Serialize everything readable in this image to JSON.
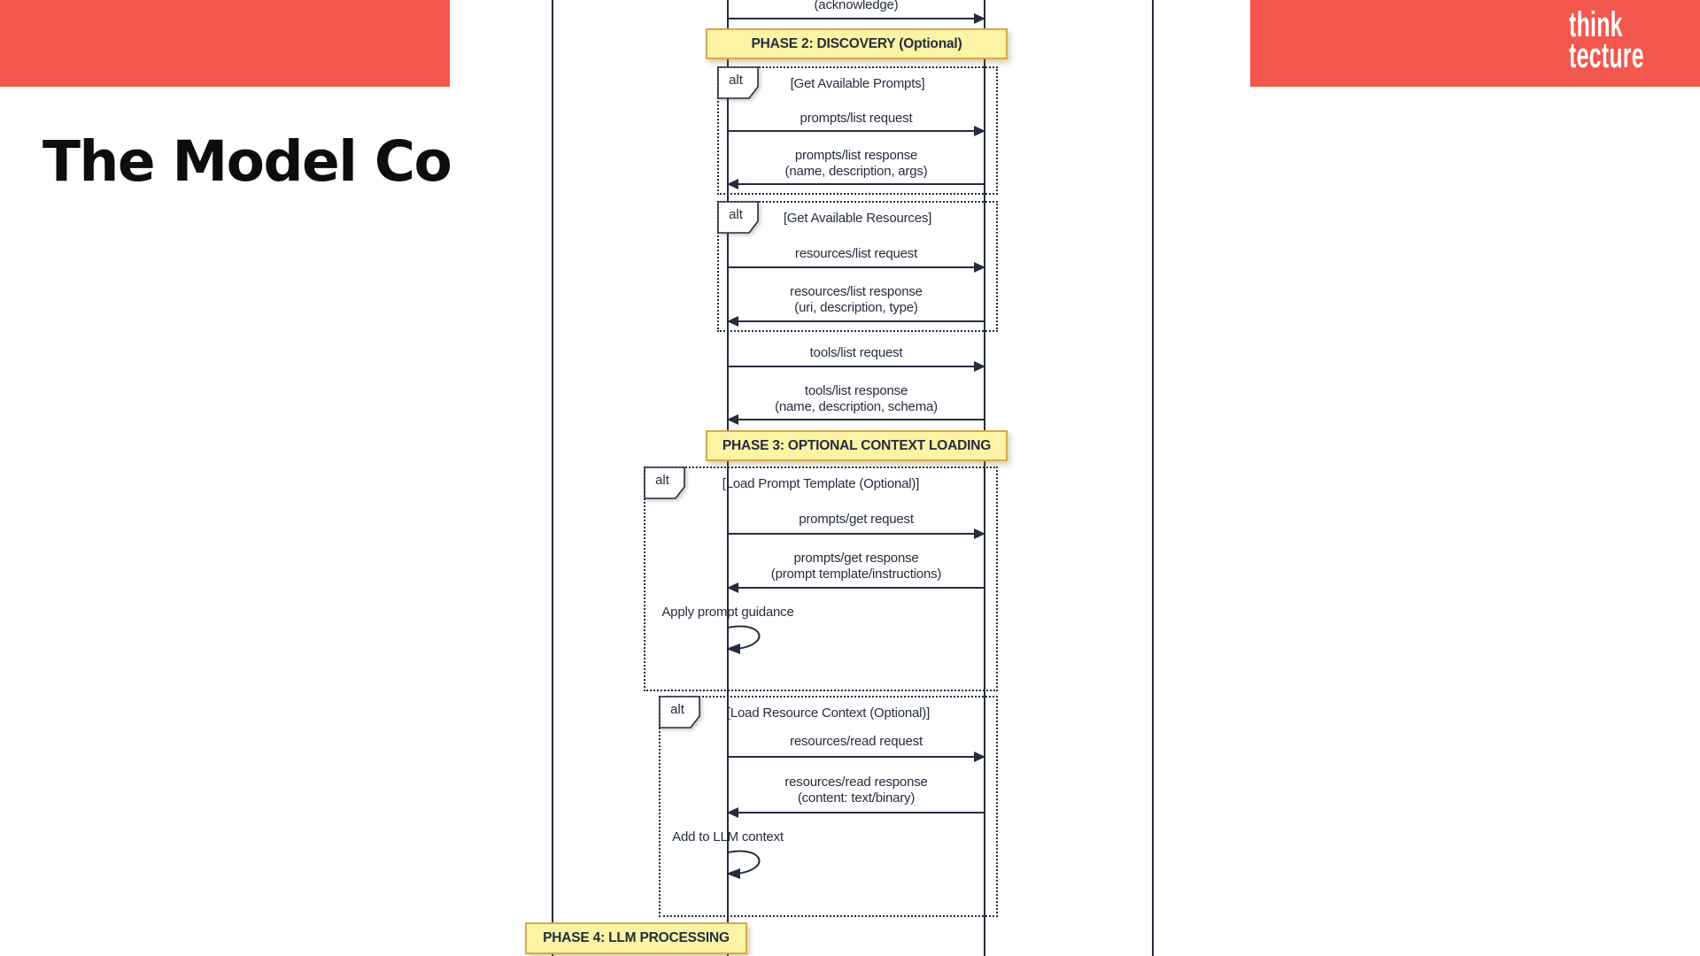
{
  "slide": {
    "title": "The Model Cont",
    "logo": {
      "line1": "think",
      "line2": "tecture"
    },
    "colors": {
      "accent_red": "#F4574D",
      "note_fill": "#FCF4A4",
      "note_border": "#D9A94C",
      "ink": "#242D3E"
    }
  },
  "diagram": {
    "alt_keyword": "alt",
    "messages": {
      "acknowledge": "(acknowledge)",
      "tools_request": "tools/list request",
      "tools_response_1": "tools/list response",
      "tools_response_2": "(name, description, schema)"
    },
    "phase_notes": {
      "phase2": "PHASE 2: DISCOVERY (Optional)",
      "phase3": "PHASE 3: OPTIONAL CONTEXT LOADING",
      "phase4": "PHASE 4: LLM PROCESSING"
    },
    "alt_blocks": [
      {
        "condition": "[Get Available Prompts]",
        "request": "prompts/list request",
        "response_1": "prompts/list response",
        "response_2": "(name, description, args)"
      },
      {
        "condition": "[Get Available Resources]",
        "request": "resources/list request",
        "response_1": "resources/list response",
        "response_2": "(uri, description, type)"
      },
      {
        "condition": "[Load Prompt Template (Optional)]",
        "request": "prompts/get request",
        "response_1": "prompts/get response",
        "response_2": "(prompt template/instructions)",
        "self_action": "Apply prompt guidance"
      },
      {
        "condition": "[Load Resource Context (Optional)]",
        "request": "resources/read request",
        "response_1": "resources/read response",
        "response_2": "(content: text/binary)",
        "self_action": "Add to LLM context"
      }
    ]
  }
}
